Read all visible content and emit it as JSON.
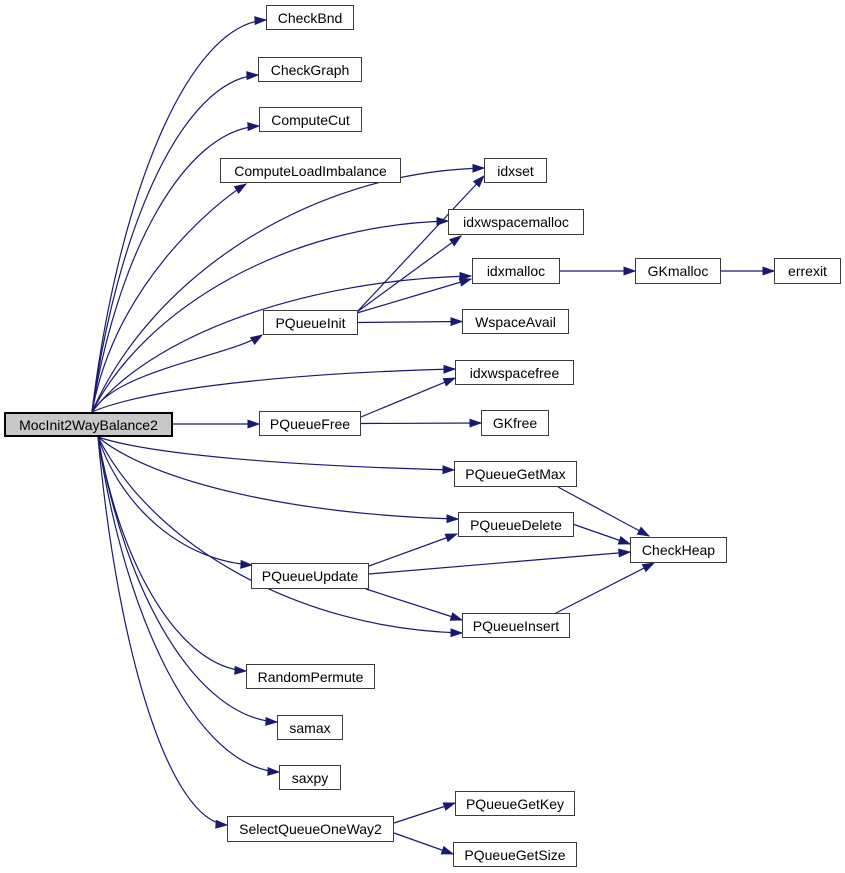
{
  "diagram": {
    "type": "call-graph",
    "colors": {
      "edge": "#191970",
      "node_border": "#3a3a3a",
      "node_fill": "#ffffff",
      "main_node_fill": "#c8c8c8",
      "main_node_border": "#000000",
      "text": "#000000",
      "background": "#ffffff"
    },
    "main": "MocInit2WayBalance2",
    "nodes": {
      "MocInit2WayBalance2": {
        "label": "MocInit2WayBalance2"
      },
      "CheckBnd": {
        "label": "CheckBnd"
      },
      "CheckGraph": {
        "label": "CheckGraph"
      },
      "ComputeCut": {
        "label": "ComputeCut"
      },
      "ComputeLoadImbalance": {
        "label": "ComputeLoadImbalance"
      },
      "idxset": {
        "label": "idxset"
      },
      "idxwspacemalloc": {
        "label": "idxwspacemalloc"
      },
      "idxmalloc": {
        "label": "idxmalloc"
      },
      "GKmalloc": {
        "label": "GKmalloc"
      },
      "errexit": {
        "label": "errexit"
      },
      "PQueueInit": {
        "label": "PQueueInit"
      },
      "WspaceAvail": {
        "label": "WspaceAvail"
      },
      "idxwspacefree": {
        "label": "idxwspacefree"
      },
      "PQueueFree": {
        "label": "PQueueFree"
      },
      "GKfree": {
        "label": "GKfree"
      },
      "PQueueGetMax": {
        "label": "PQueueGetMax"
      },
      "PQueueDelete": {
        "label": "PQueueDelete"
      },
      "CheckHeap": {
        "label": "CheckHeap"
      },
      "PQueueUpdate": {
        "label": "PQueueUpdate"
      },
      "PQueueInsert": {
        "label": "PQueueInsert"
      },
      "RandomPermute": {
        "label": "RandomPermute"
      },
      "samax": {
        "label": "samax"
      },
      "saxpy": {
        "label": "saxpy"
      },
      "SelectQueueOneWay2": {
        "label": "SelectQueueOneWay2"
      },
      "PQueueGetKey": {
        "label": "PQueueGetKey"
      },
      "PQueueGetSize": {
        "label": "PQueueGetSize"
      }
    },
    "edges": [
      {
        "from": "MocInit2WayBalance2",
        "to": "CheckBnd"
      },
      {
        "from": "MocInit2WayBalance2",
        "to": "CheckGraph"
      },
      {
        "from": "MocInit2WayBalance2",
        "to": "ComputeCut"
      },
      {
        "from": "MocInit2WayBalance2",
        "to": "ComputeLoadImbalance"
      },
      {
        "from": "MocInit2WayBalance2",
        "to": "idxset"
      },
      {
        "from": "MocInit2WayBalance2",
        "to": "idxwspacemalloc"
      },
      {
        "from": "MocInit2WayBalance2",
        "to": "idxmalloc"
      },
      {
        "from": "MocInit2WayBalance2",
        "to": "PQueueInit"
      },
      {
        "from": "MocInit2WayBalance2",
        "to": "idxwspacefree"
      },
      {
        "from": "MocInit2WayBalance2",
        "to": "PQueueFree"
      },
      {
        "from": "MocInit2WayBalance2",
        "to": "PQueueGetMax"
      },
      {
        "from": "MocInit2WayBalance2",
        "to": "PQueueDelete"
      },
      {
        "from": "MocInit2WayBalance2",
        "to": "PQueueUpdate"
      },
      {
        "from": "MocInit2WayBalance2",
        "to": "PQueueInsert"
      },
      {
        "from": "MocInit2WayBalance2",
        "to": "RandomPermute"
      },
      {
        "from": "MocInit2WayBalance2",
        "to": "samax"
      },
      {
        "from": "MocInit2WayBalance2",
        "to": "saxpy"
      },
      {
        "from": "MocInit2WayBalance2",
        "to": "SelectQueueOneWay2"
      },
      {
        "from": "PQueueInit",
        "to": "idxset"
      },
      {
        "from": "PQueueInit",
        "to": "idxwspacemalloc"
      },
      {
        "from": "PQueueInit",
        "to": "idxmalloc"
      },
      {
        "from": "PQueueInit",
        "to": "WspaceAvail"
      },
      {
        "from": "idxmalloc",
        "to": "GKmalloc"
      },
      {
        "from": "GKmalloc",
        "to": "errexit"
      },
      {
        "from": "PQueueFree",
        "to": "idxwspacefree"
      },
      {
        "from": "PQueueFree",
        "to": "GKfree"
      },
      {
        "from": "PQueueGetMax",
        "to": "CheckHeap"
      },
      {
        "from": "PQueueDelete",
        "to": "CheckHeap"
      },
      {
        "from": "PQueueUpdate",
        "to": "PQueueDelete"
      },
      {
        "from": "PQueueUpdate",
        "to": "CheckHeap"
      },
      {
        "from": "PQueueUpdate",
        "to": "PQueueInsert"
      },
      {
        "from": "PQueueInsert",
        "to": "CheckHeap"
      },
      {
        "from": "SelectQueueOneWay2",
        "to": "PQueueGetKey"
      },
      {
        "from": "SelectQueueOneWay2",
        "to": "PQueueGetSize"
      }
    ]
  }
}
